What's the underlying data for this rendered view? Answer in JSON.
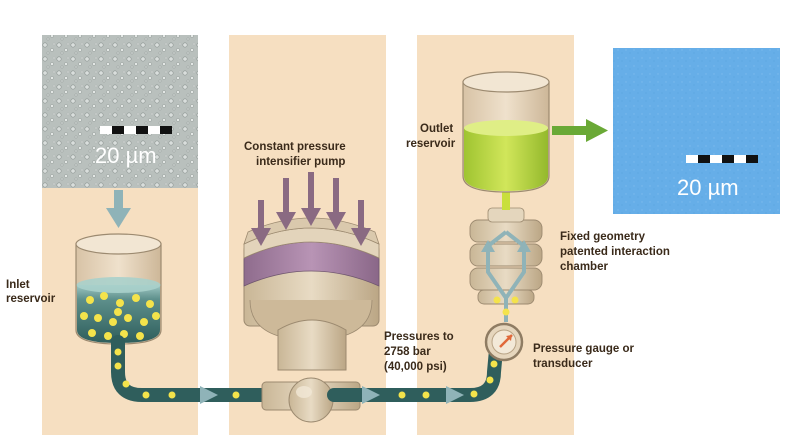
{
  "micrographs": {
    "before": {
      "scale_label": "20 µm"
    },
    "after": {
      "scale_label": "20 µm"
    }
  },
  "labels": {
    "inlet_reservoir": [
      "Inlet",
      "reservoir"
    ],
    "pump": [
      "Constant pressure",
      "intensifier pump"
    ],
    "pressures": [
      "Pressures to",
      "2758 bar",
      "(40,000 psi)"
    ],
    "outlet_reservoir": [
      "Outlet",
      "reservoir"
    ],
    "chamber": [
      "Fixed geometry",
      "patented interaction",
      "chamber"
    ],
    "gauge": [
      "Pressure gauge or",
      "transducer"
    ]
  },
  "colors": {
    "panel": "#f6dfc1",
    "arrow_blue": "#8fb3b8",
    "arrow_green": "#6aa936",
    "pump_arrow": "#8a6a82",
    "pump_band": "#a37fa1",
    "pump_body": "#dccbb0",
    "liquid": "#2f5e5c",
    "droplet": "#f4e34b",
    "outlet_liquid": "#b7d63a",
    "after_image": "#66aee8",
    "gauge_needle": "#e0693a"
  }
}
